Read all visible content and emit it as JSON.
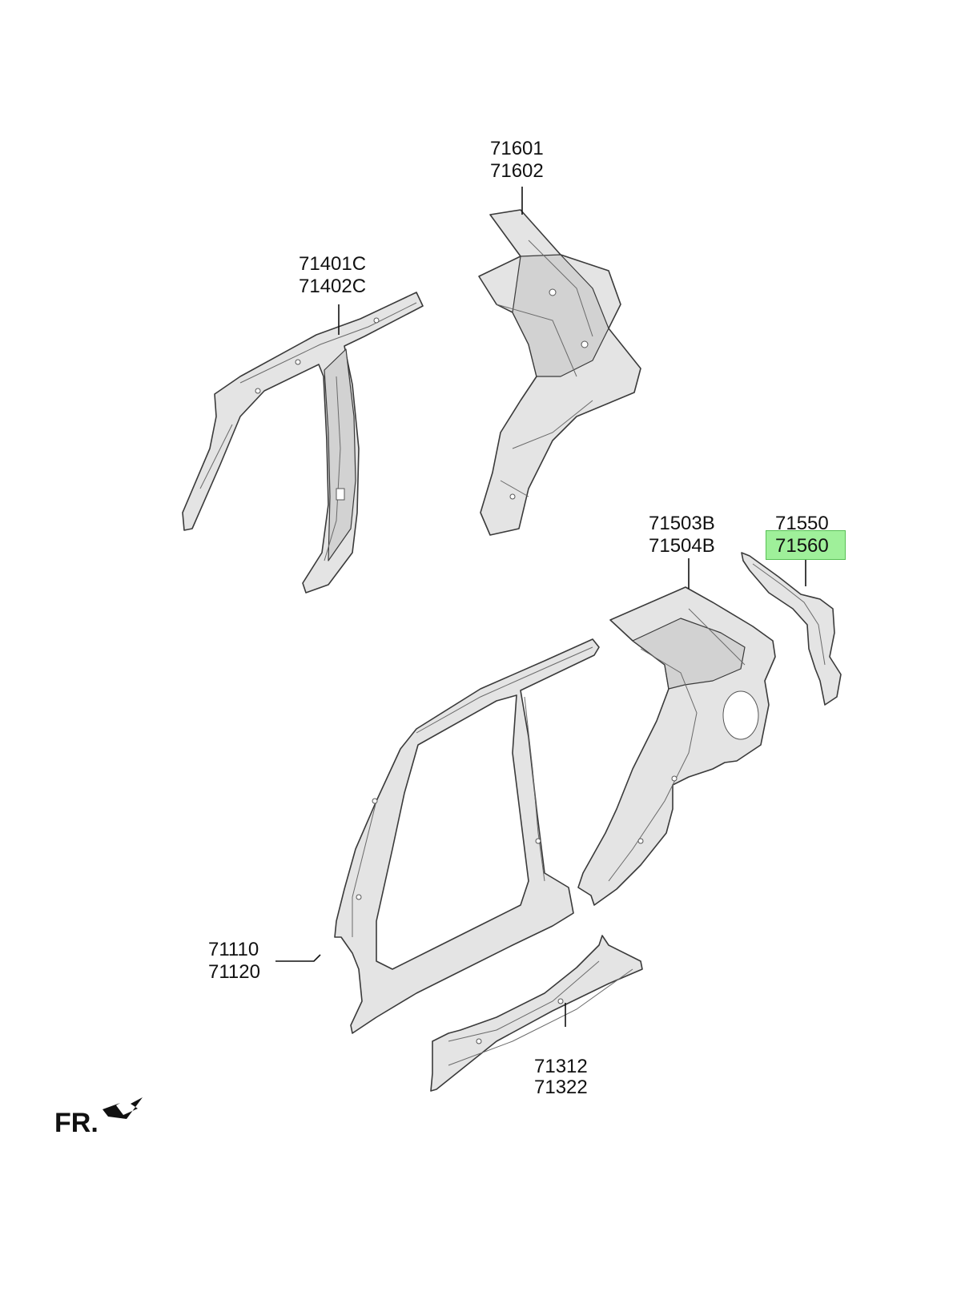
{
  "parts": [
    {
      "id": "quarter-inner-upper",
      "numbers": [
        "71601",
        "71602"
      ]
    },
    {
      "id": "pillar-inner",
      "numbers": [
        "71401C",
        "71402C"
      ]
    },
    {
      "id": "quarter-outer",
      "numbers": [
        "71503B",
        "71504B"
      ]
    },
    {
      "id": "bracket",
      "numbers": [
        "71550",
        "71560"
      ],
      "highlighted": "71560"
    },
    {
      "id": "side-outer",
      "numbers": [
        "71110",
        "71120"
      ]
    },
    {
      "id": "sill",
      "numbers": [
        "71312",
        "71322"
      ]
    }
  ],
  "orientation": {
    "label": "FR."
  },
  "colors": {
    "highlight": "#9ff09a",
    "part_fill": "#e4e4e4",
    "line": "#111111"
  }
}
